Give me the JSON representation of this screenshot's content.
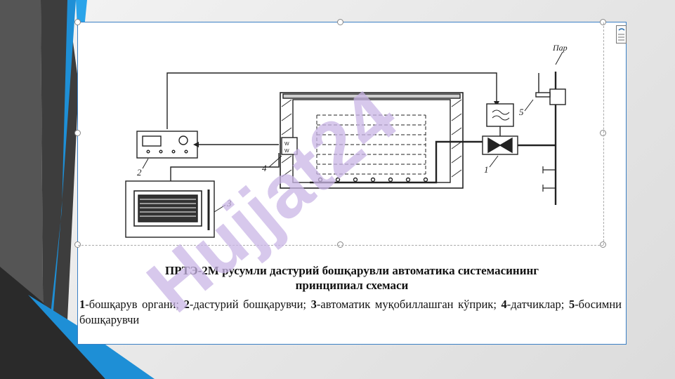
{
  "diagram": {
    "label_steam": "Пар",
    "callouts": [
      "1",
      "2",
      "3",
      "4",
      "5"
    ],
    "sensor_marks": [
      "W",
      "W"
    ]
  },
  "caption": {
    "title_line1": "ПРТЭ-2М русумли дастурий бошқарувли автоматика системасининг",
    "title_line2": "принципиал схемаси",
    "legend": [
      {
        "num": "1",
        "text": "-бошқарув  органи; "
      },
      {
        "num": "2",
        "text": "-дастурий  бошқарувчи; "
      },
      {
        "num": "3",
        "text": "-автоматик  муқобиллашган кўприк; "
      },
      {
        "num": "4",
        "text": "-датчиклар; "
      },
      {
        "num": "5",
        "text": "-босимни бошқарувчи"
      }
    ]
  },
  "watermark": {
    "text": "Hujjat24",
    "color": "#c9b6e6"
  },
  "colors": {
    "accent_dark": "#4a4a4a",
    "accent_blue": "#1e8fd6",
    "frame_border": "#3a7fc4"
  }
}
